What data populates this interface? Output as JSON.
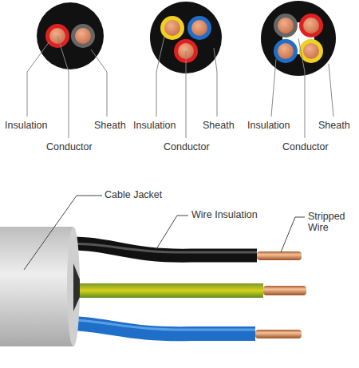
{
  "diagram": {
    "labels": [
      "Insulation",
      "Sheath",
      "Conductor",
      "Insulation",
      "Sheath",
      "Conductor",
      "Insulation",
      "Sheath",
      "Conductor",
      "Cable Jacket",
      "Wire Insulation",
      "Stripped Wire"
    ]
  }
}
